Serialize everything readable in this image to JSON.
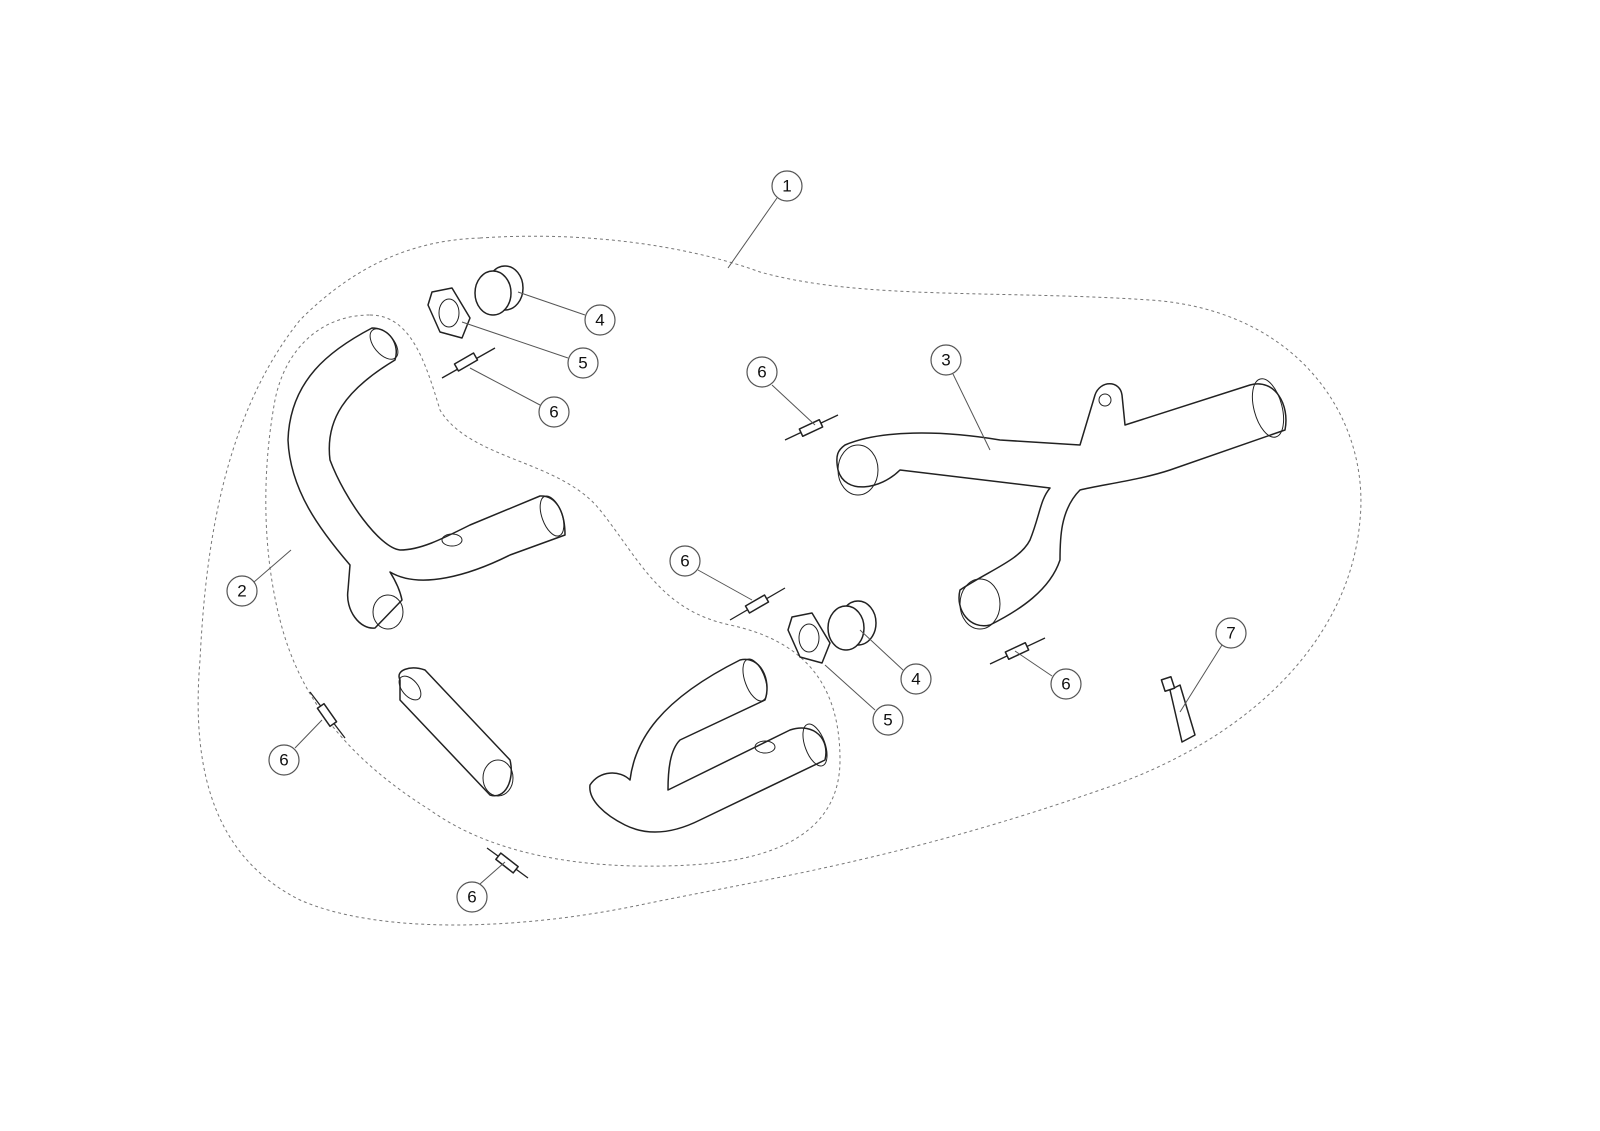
{
  "diagram": {
    "type": "exploded-parts-view",
    "callouts": [
      {
        "label": "1"
      },
      {
        "label": "2"
      },
      {
        "label": "3"
      },
      {
        "label": "4"
      },
      {
        "label": "5"
      },
      {
        "label": "6"
      },
      {
        "label": "6"
      },
      {
        "label": "6"
      },
      {
        "label": "4"
      },
      {
        "label": "5"
      },
      {
        "label": "6"
      },
      {
        "label": "7"
      },
      {
        "label": "6"
      },
      {
        "label": "6"
      }
    ]
  }
}
